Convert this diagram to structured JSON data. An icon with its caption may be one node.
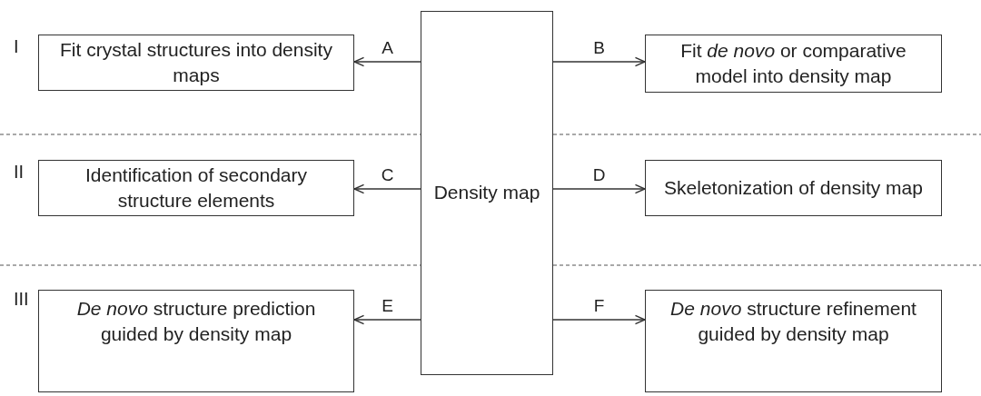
{
  "diagram": {
    "nodes": [
      {
        "text": [
          "Fit crystal structures into density maps"
        ]
      },
      {
        "text": [
          "Density map"
        ]
      },
      {
        "text": [
          "Fit *de novo* or comparative model into density map"
        ]
      },
      {
        "text": [
          "Identification of secondary structure elements"
        ]
      },
      {
        "text": [
          "Skeletonization of density map"
        ]
      },
      {
        "text": [
          "*De novo* structure prediction guided by density map"
        ]
      },
      {
        "text": [
          "*De novo* structure refinement guided by density map"
        ]
      }
    ],
    "edges": [
      {
        "from": 1,
        "to": 0,
        "arrow": "to",
        "label": "A"
      },
      {
        "from": 1,
        "to": 2,
        "arrow": "to",
        "label": "B"
      },
      {
        "from": 1,
        "to": 3,
        "arrow": "to",
        "label": "C"
      },
      {
        "from": 1,
        "to": 4,
        "arrow": "to",
        "label": "D"
      },
      {
        "from": 1,
        "to": 5,
        "arrow": "to",
        "label": "E"
      },
      {
        "from": 1,
        "to": 6,
        "arrow": "to",
        "label": "F"
      }
    ],
    "labels": [
      "I",
      "II",
      "III"
    ]
  }
}
